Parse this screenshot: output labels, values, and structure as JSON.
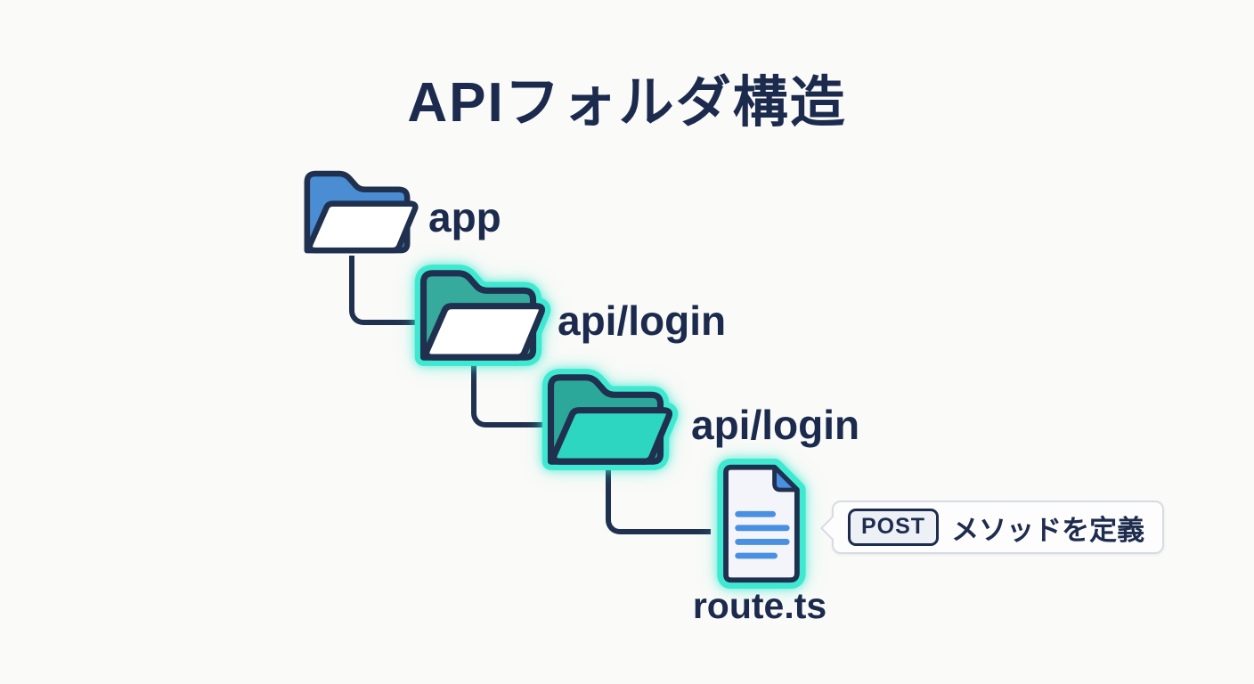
{
  "title": "APIフォルダ構造",
  "tree": {
    "nodes": [
      {
        "id": "app",
        "label": "app",
        "type": "folder",
        "variant": "blue"
      },
      {
        "id": "api-login-1",
        "label": "api/login",
        "type": "folder",
        "variant": "teal-highlighted"
      },
      {
        "id": "api-login-2",
        "label": "api/login",
        "type": "folder",
        "variant": "teal-filled-highlighted"
      },
      {
        "id": "route-ts",
        "label": "route.ts",
        "type": "file",
        "variant": "document-highlighted"
      }
    ]
  },
  "callout": {
    "badge_label": "POST",
    "text": "メソッドを定義"
  },
  "colors": {
    "background": "#fafaf8",
    "text_navy": "#1c2b4d",
    "outline_navy": "#203150",
    "folder_blue": "#4a8dd2",
    "folder_teal": "#36aa9d",
    "folder_teal_bright": "#2cd6c0",
    "highlight_glow": "#3fe9d1",
    "document_blue": "#4a90e2",
    "document_page": "#f3f5fa",
    "callout_border": "#d7dce3"
  }
}
